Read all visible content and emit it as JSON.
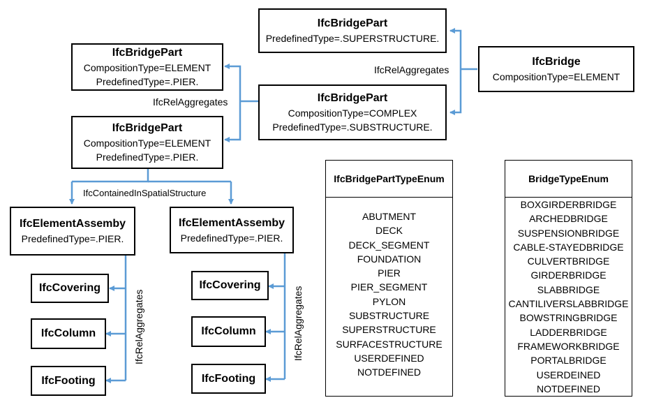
{
  "colors": {
    "connector": "#5b9bd5"
  },
  "boxes": {
    "bridge": {
      "title": "IfcBridge",
      "line1": "CompositionType=ELEMENT"
    },
    "superstructure": {
      "title": "IfcBridgePart",
      "line1": "PredefinedType=.SUPERSTRUCTURE."
    },
    "substructure": {
      "title": "IfcBridgePart",
      "line1": "CompositionType=COMPLEX",
      "line2": "PredefinedType=.SUBSTRUCTURE."
    },
    "pier_top": {
      "title": "IfcBridgePart",
      "line1": "CompositionType=ELEMENT",
      "line2": "PredefinedType=.PIER."
    },
    "pier_bottom": {
      "title": "IfcBridgePart",
      "line1": "CompositionType=ELEMENT",
      "line2": "PredefinedType=.PIER."
    },
    "assembly_left": {
      "title": "IfcElementAssemby",
      "line1": "PredefinedType=.PIER."
    },
    "assembly_right": {
      "title": "IfcElementAssemby",
      "line1": "PredefinedType=.PIER."
    },
    "covering_left": {
      "title": "IfcCovering"
    },
    "column_left": {
      "title": "IfcColumn"
    },
    "footing_left": {
      "title": "IfcFooting"
    },
    "covering_right": {
      "title": "IfcCovering"
    },
    "column_right": {
      "title": "IfcColumn"
    },
    "footing_right": {
      "title": "IfcFooting"
    }
  },
  "relations": {
    "rel_aggregates_top": "IfcRelAggregates",
    "rel_aggregates_mid": "IfcRelAggregates",
    "contained_in_spatial": "IfcContainedInSpatialStructure",
    "rel_aggregates_left": "IfcRelAggregates",
    "rel_aggregates_right": "IfcRelAggregates"
  },
  "enums": {
    "part_type": {
      "title": "IfcBridgePartTypeEnum",
      "values": [
        "ABUTMENT",
        "DECK",
        "DECK_SEGMENT",
        "FOUNDATION",
        "PIER",
        "PIER_SEGMENT",
        "PYLON",
        "SUBSTRUCTURE",
        "SUPERSTRUCTURE",
        "SURFACESTRUCTURE",
        "USERDEFINED",
        "NOTDEFINED"
      ]
    },
    "bridge_type": {
      "title": "BridgeTypeEnum",
      "values": [
        "BOXGIRDERBRIDGE",
        "ARCHEDBRIDGE",
        "SUSPENSIONBRIDGE",
        "CABLE-STAYEDBRIDGE",
        "CULVERTBRIDGE",
        "GIRDERBRIDGE",
        "SLABBRIDGE",
        "CANTILIVERSLABBRIDGE",
        "BOWSTRINGBRIDGE",
        "LADDERBRIDGE",
        "FRAMEWORKBRIDGE",
        "PORTALBRIDGE",
        "USERDEINED",
        "NOTDEFINED"
      ]
    }
  }
}
